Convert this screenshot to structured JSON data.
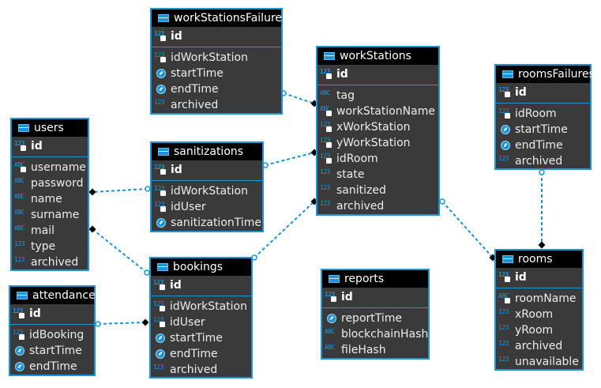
{
  "entities": {
    "workStationsFailures": {
      "title": "workStationsFailures",
      "pk": {
        "name": "id",
        "type_label": "123",
        "icon": "key-icon"
      },
      "columns": [
        {
          "name": "idWorkStation",
          "type_label": "123",
          "icon": "key-icon"
        },
        {
          "name": "startTime",
          "type_label": "",
          "icon": "clock-icon"
        },
        {
          "name": "endTime",
          "type_label": "",
          "icon": "clock-icon"
        },
        {
          "name": "archived",
          "type_label": "123",
          "icon": ""
        }
      ]
    },
    "workStations": {
      "title": "workStations",
      "pk": {
        "name": "id",
        "type_label": "123",
        "icon": "key-icon"
      },
      "columns": [
        {
          "name": "tag",
          "type_label": "ABC",
          "icon": ""
        },
        {
          "name": "workStationName",
          "type_label": "ABC",
          "icon": "key-icon"
        },
        {
          "name": "xWorkStation",
          "type_label": "123",
          "icon": "key-icon"
        },
        {
          "name": "yWorkStation",
          "type_label": "123",
          "icon": "key-icon"
        },
        {
          "name": "idRoom",
          "type_label": "123",
          "icon": "key-icon"
        },
        {
          "name": "state",
          "type_label": "123",
          "icon": ""
        },
        {
          "name": "sanitized",
          "type_label": "123",
          "icon": ""
        },
        {
          "name": "archived",
          "type_label": "123",
          "icon": ""
        }
      ]
    },
    "roomsFailures": {
      "title": "roomsFailures",
      "pk": {
        "name": "id",
        "type_label": "123",
        "icon": "key-icon"
      },
      "columns": [
        {
          "name": "idRoom",
          "type_label": "123",
          "icon": "key-icon"
        },
        {
          "name": "startTime",
          "type_label": "",
          "icon": "clock-icon"
        },
        {
          "name": "endTime",
          "type_label": "",
          "icon": "clock-icon"
        },
        {
          "name": "archived",
          "type_label": "123",
          "icon": ""
        }
      ]
    },
    "users": {
      "title": "users",
      "pk": {
        "name": "id",
        "type_label": "123",
        "icon": "key-icon"
      },
      "columns": [
        {
          "name": "username",
          "type_label": "ABC",
          "icon": "key-icon"
        },
        {
          "name": "password",
          "type_label": "ABC",
          "icon": ""
        },
        {
          "name": "name",
          "type_label": "ABC",
          "icon": ""
        },
        {
          "name": "surname",
          "type_label": "ABC",
          "icon": ""
        },
        {
          "name": "mail",
          "type_label": "ABC",
          "icon": ""
        },
        {
          "name": "type",
          "type_label": "123",
          "icon": ""
        },
        {
          "name": "archived",
          "type_label": "123",
          "icon": ""
        }
      ]
    },
    "sanitizations": {
      "title": "sanitizations",
      "pk": {
        "name": "id",
        "type_label": "123",
        "icon": "key-icon"
      },
      "columns": [
        {
          "name": "idWorkStation",
          "type_label": "123",
          "icon": "key-icon"
        },
        {
          "name": "idUser",
          "type_label": "123",
          "icon": "key-icon"
        },
        {
          "name": "sanitizationTime",
          "type_label": "",
          "icon": "clock-icon"
        }
      ]
    },
    "bookings": {
      "title": "bookings",
      "pk": {
        "name": "id",
        "type_label": "123",
        "icon": "key-icon"
      },
      "columns": [
        {
          "name": "idWorkStation",
          "type_label": "123",
          "icon": "key-icon"
        },
        {
          "name": "idUser",
          "type_label": "123",
          "icon": "key-icon"
        },
        {
          "name": "startTime",
          "type_label": "",
          "icon": "clock-icon"
        },
        {
          "name": "endTime",
          "type_label": "",
          "icon": "clock-icon"
        },
        {
          "name": "archived",
          "type_label": "123",
          "icon": ""
        }
      ]
    },
    "attendances": {
      "title": "attendances",
      "pk": {
        "name": "id",
        "type_label": "123",
        "icon": "key-icon"
      },
      "columns": [
        {
          "name": "idBooking",
          "type_label": "123",
          "icon": "key-icon"
        },
        {
          "name": "startTime",
          "type_label": "",
          "icon": "clock-icon"
        },
        {
          "name": "endTime",
          "type_label": "",
          "icon": "clock-icon"
        }
      ]
    },
    "reports": {
      "title": "reports",
      "pk": {
        "name": "id",
        "type_label": "123",
        "icon": "key-icon"
      },
      "columns": [
        {
          "name": "reportTime",
          "type_label": "",
          "icon": "clock-icon"
        },
        {
          "name": "blockchainHash",
          "type_label": "ABC",
          "icon": ""
        },
        {
          "name": "fileHash",
          "type_label": "ABC",
          "icon": ""
        }
      ]
    },
    "rooms": {
      "title": "rooms",
      "pk": {
        "name": "id",
        "type_label": "123",
        "icon": "key-icon"
      },
      "columns": [
        {
          "name": "roomName",
          "type_label": "ABC",
          "icon": "key-icon"
        },
        {
          "name": "xRoom",
          "type_label": "123",
          "icon": ""
        },
        {
          "name": "yRoom",
          "type_label": "123",
          "icon": ""
        },
        {
          "name": "archived",
          "type_label": "123",
          "icon": ""
        },
        {
          "name": "unavailable",
          "type_label": "123",
          "icon": ""
        }
      ]
    }
  },
  "relationships": [
    {
      "from": "workStationsFailures",
      "to": "workStations"
    },
    {
      "from": "sanitizations",
      "to": "workStations"
    },
    {
      "from": "sanitizations",
      "to": "users"
    },
    {
      "from": "bookings",
      "to": "workStations"
    },
    {
      "from": "bookings",
      "to": "users"
    },
    {
      "from": "attendances",
      "to": "bookings"
    },
    {
      "from": "workStations",
      "to": "rooms"
    },
    {
      "from": "roomsFailures",
      "to": "rooms"
    }
  ],
  "colors": {
    "border": "#1d95d4",
    "header_bg": "#000000",
    "body_bg": "#3a3a3a",
    "text": "#ececec",
    "connector": "#1d95d4"
  }
}
